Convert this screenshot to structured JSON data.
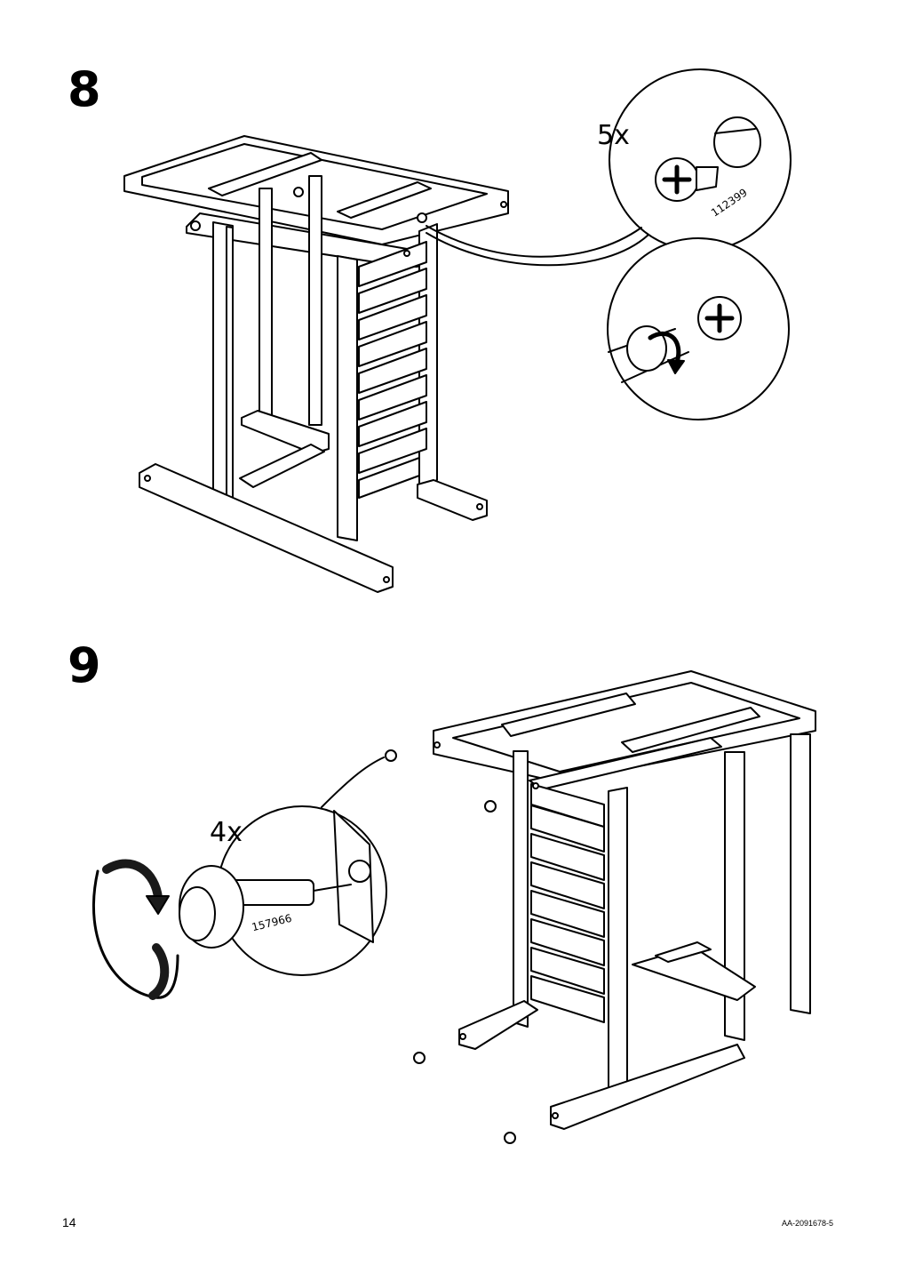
{
  "steps": [
    {
      "number": "8",
      "callouts": [
        {
          "count": "5x",
          "part_number": "112399"
        }
      ]
    },
    {
      "number": "9",
      "callouts": [
        {
          "count": "4x",
          "part_number": "157966"
        }
      ]
    }
  ],
  "footer": {
    "page_number": "14",
    "document_id": "AA-2091678-5"
  },
  "colors": {
    "ink": "#000000",
    "paper": "#ffffff",
    "fill_dark": "#1a1a1a"
  }
}
